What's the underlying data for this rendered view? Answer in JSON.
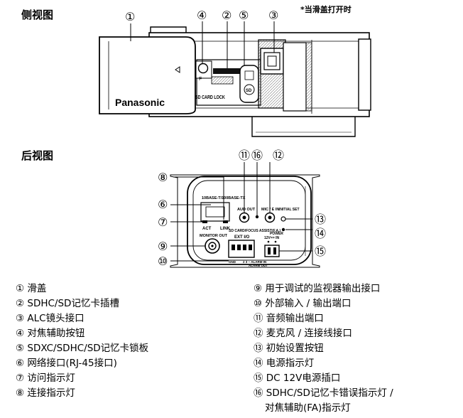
{
  "titles": {
    "side": "侧视图",
    "rear": "后视图"
  },
  "note": "*当滑盖打开时",
  "callouts": [
    "①",
    "②",
    "③",
    "④",
    "⑤",
    "⑥",
    "⑦",
    "⑧",
    "⑨",
    "⑩",
    "⑪",
    "⑫",
    "⑬",
    "⑭",
    "⑮",
    "⑯"
  ],
  "side_labels": {
    "brand": "Panasonic",
    "sd_lock": "SD CARD LOCK",
    "sd_mark": "SD"
  },
  "rear_labels": {
    "network": "10BASE-T/100BASE-TX",
    "act": "ACT",
    "link": "LINK",
    "audio_out": "AUD OUT",
    "mic_in": "MIC / E IN",
    "initial_set": "INITIAL SET",
    "sd_focus": "SD CARD/FOCUS ASSIST(F.A.)",
    "power": "POWER",
    "monitor_out": "MONITOR OUT",
    "ext_io": "EXT I/O",
    "dc_in": "12V== IN",
    "gnd": "GND",
    "alarm_in": "2  3 ~ ALARM IN",
    "alarm_out": "ALARM OUT"
  },
  "legend_left": [
    "① 滑盖",
    "② SDHC/SD记忆卡插槽",
    "③ ALC镜头接口",
    "④ 对焦辅助按钮",
    "⑤ SDXC/SDHC/SD记忆卡锁板",
    "⑥ 网络接口(RJ-45接口)",
    "⑦ 访问指示灯",
    "⑧ 连接指示灯"
  ],
  "legend_right": [
    "⑨ 用于调试的监视器输出接口",
    "⑩ 外部输入 / 输出端口",
    "⑪ 音频输出端口",
    "⑫ 麦克风 / 连接线接口",
    "⑬ 初始设置按钮",
    "⑭ 电源指示灯",
    "⑮ DC 12V电源插口",
    "⑯ SDHC/SD记忆卡错误指示灯 /",
    "对焦辅助(FA)指示灯"
  ]
}
